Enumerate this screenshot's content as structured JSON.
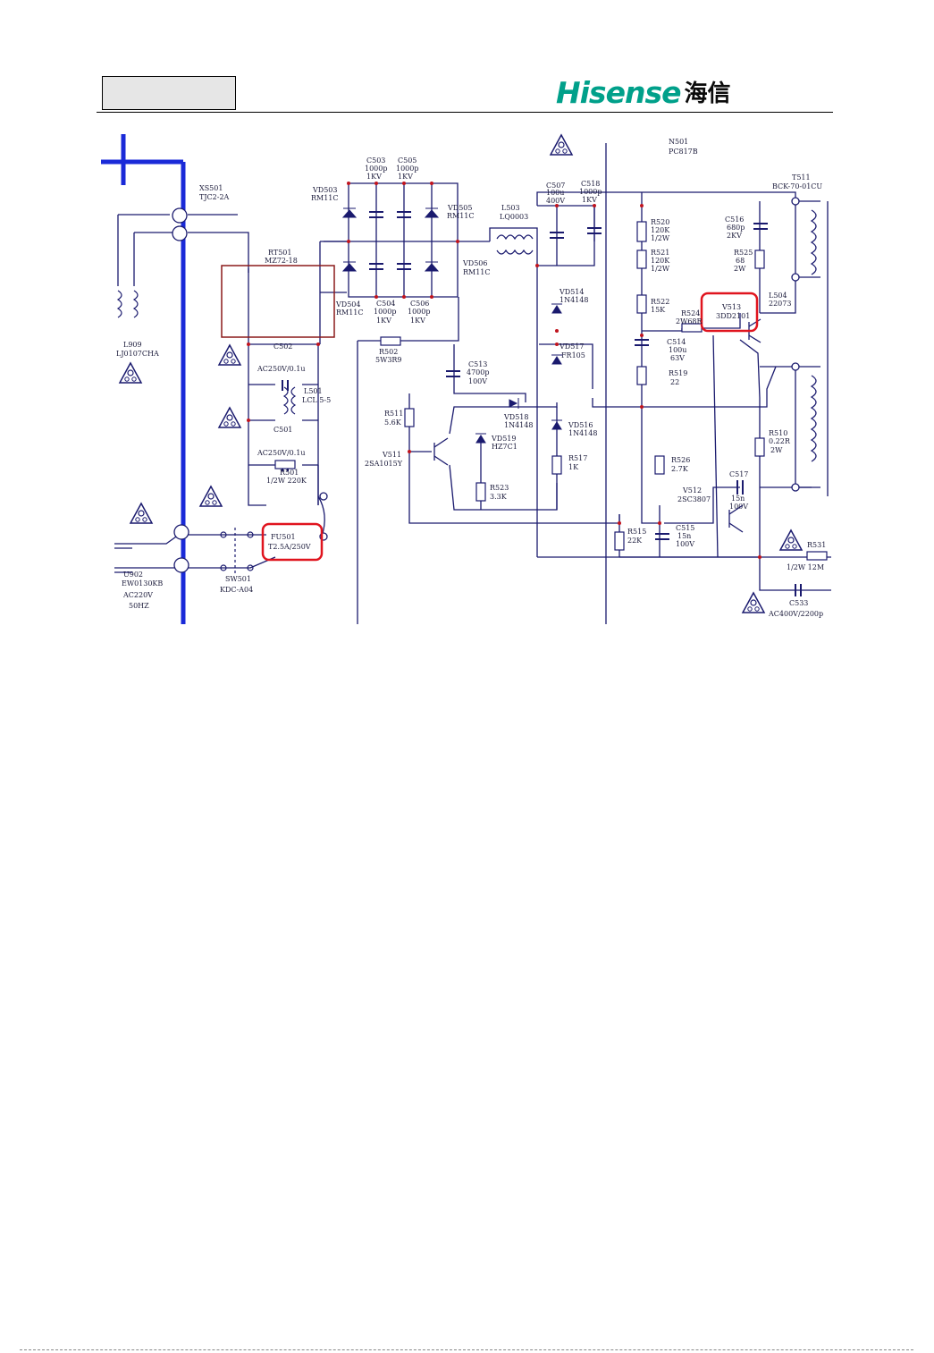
{
  "header": {
    "logo_latin": "Hisense",
    "logo_cjk": "海信",
    "brand_color": "#00a08a"
  },
  "schematic": {
    "highlight_color": "#e0141e",
    "wire_color": "#1a1a6e",
    "labels": {
      "xs501": "XS501",
      "xs501_type": "TJC2-2A",
      "l909": "L909",
      "l909_type": "LJ0107CHA",
      "rt501": "RT501",
      "rt501_type": "MZ72-18",
      "c502": "C502",
      "c502_val": "AC250V/0.1u",
      "l501": "L501",
      "l501_type": "LCL 5-5",
      "c501": "C501",
      "c501_val": "AC250V/0.1u",
      "r501": "R501",
      "r501_val": "1/2W 220K",
      "fu501": "FU501",
      "fu501_val": "T2.5A/250V",
      "u902": "U902",
      "u902_type": "EW0130KB",
      "u902_ac": "AC220V",
      "u902_hz": "50HZ",
      "sw501": "SW501",
      "sw501_type": "KDC-A04",
      "vd503": "VD503",
      "vd503_type": "RM11C",
      "vd504": "VD504",
      "vd504_type": "RM11C",
      "vd505": "VD505",
      "vd505_type": "RM11C",
      "vd506": "VD506",
      "vd506_type": "RM11C",
      "c503": "C503",
      "c503_v1": "1000p",
      "c503_v2": "1KV",
      "c505": "C505",
      "c505_v1": "1000p",
      "c505_v2": "1KV",
      "c504": "C504",
      "c504_v1": "1000p",
      "c504_v2": "1KV",
      "c506": "C506",
      "c506_v1": "1000p",
      "c506_v2": "1KV",
      "r502": "R502",
      "r502_val": "5W3R9",
      "l503": "L503",
      "l503_type": "LQ0003",
      "c507": "C507",
      "c507_v1": "100u",
      "c507_v2": "400V",
      "c518": "C518",
      "c518_v1": "1000p",
      "c518_v2": "1KV",
      "n501": "N501",
      "n501_type": "PC817B",
      "t511": "T511",
      "t511_type": "BCK-70-01CU",
      "r520": "R520",
      "r520_v1": "120K",
      "r520_v2": "1/2W",
      "r521": "R521",
      "r521_v1": "120K",
      "r521_v2": "1/2W",
      "c516": "C516",
      "c516_v1": "680p",
      "c516_v2": "2KV",
      "r525": "R525",
      "r525_v1": "68",
      "r525_v2": "2W",
      "r522": "R522",
      "r522_val": "15K",
      "l504": "L504",
      "l504_type": "22073",
      "v513": "V513",
      "v513_type": "3DD2101",
      "r524": "R524",
      "r524_val": "2W68R",
      "vd514": "VD514",
      "vd514_type": "1N4148",
      "vd517": "VD517",
      "vd517_type": "FR105",
      "c514": "C514",
      "c514_v1": "100u",
      "c514_v2": "63V",
      "r519": "R519",
      "r519_val": "22",
      "c513": "C513",
      "c513_v1": "4700p",
      "c513_v2": "100V",
      "r511": "R511",
      "r511_val": "5.6K",
      "vd518": "VD518",
      "vd518_type": "1N4148",
      "vd516": "VD516",
      "vd516_type": "1N4148",
      "vd519": "VD519",
      "vd519_type": "HZ7C1",
      "v511": "V511",
      "v511_type": "2SA1015Y",
      "r517": "R517",
      "r517_val": "1K",
      "r523": "R523",
      "r523_val": "3.3K",
      "r526": "R526",
      "r526_val": "2.7K",
      "r510": "R510",
      "r510_v1": "0.22R",
      "r510_v2": "2W",
      "c517": "C517",
      "c517_v1": "15n",
      "c517_v2": "100V",
      "v512": "V512",
      "v512_type": "2SC3807",
      "r515": "R515",
      "r515_val": "22K",
      "c515": "C515",
      "c515_v1": "15n",
      "c515_v2": "100V",
      "r531": "R531",
      "r531_val": "1/2W 12M",
      "c533": "C533",
      "c533_val": "AC400V/2200p"
    }
  }
}
